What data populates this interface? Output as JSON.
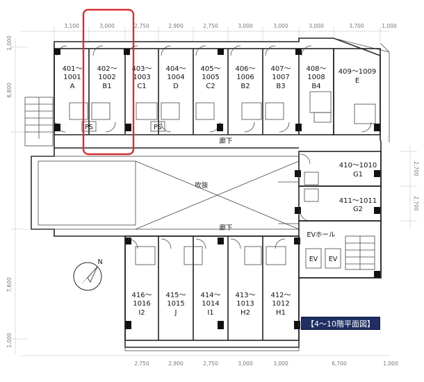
{
  "dimensions": {
    "top": [
      "3,100",
      "3,000",
      "2,750",
      "2,900",
      "2,750",
      "3,000",
      "3,000",
      "3,000",
      "3,700",
      "1,000"
    ],
    "bottom": [
      "2,750",
      "2,900",
      "2,750",
      "3,000",
      "3,000",
      "6,700",
      "1,000"
    ],
    "left": [
      "1,000",
      "6,800",
      "7,600",
      "1,000"
    ],
    "right": [
      "2,700",
      "2,700"
    ]
  },
  "top_units": [
    {
      "number": "401～\n1001",
      "type": "A"
    },
    {
      "number": "402～\n1002",
      "type": "B1"
    },
    {
      "number": "403～\n1003",
      "type": "C1"
    },
    {
      "number": "404～\n1004",
      "type": "D"
    },
    {
      "number": "405～\n1005",
      "type": "C2"
    },
    {
      "number": "406～\n1006",
      "type": "B2"
    },
    {
      "number": "407～\n1007",
      "type": "B3"
    },
    {
      "number": "408～\n1008",
      "type": "B4"
    },
    {
      "number": "409～1009",
      "type": "E"
    }
  ],
  "side_units": [
    {
      "number": "410～1010",
      "type": "G1"
    },
    {
      "number": "411～1011",
      "type": "G2"
    }
  ],
  "bottom_units": [
    {
      "number": "416～\n1016",
      "type": "I2"
    },
    {
      "number": "415～\n1015",
      "type": "J"
    },
    {
      "number": "414～\n1014",
      "type": "I1"
    },
    {
      "number": "413～\n1013",
      "type": "H2"
    },
    {
      "number": "412～\n1012",
      "type": "H1"
    }
  ],
  "labels": {
    "corridor_top": "廊下",
    "corridor_bottom": "廊下",
    "void": "吹抜",
    "ev_hall": "EVホール",
    "ev1": "EV",
    "ev2": "EV",
    "ps1": "PS",
    "ps2": "PS",
    "north": "N"
  },
  "floor_badge": "【4～10階平面図】",
  "highlight_color": "#d32f2f"
}
